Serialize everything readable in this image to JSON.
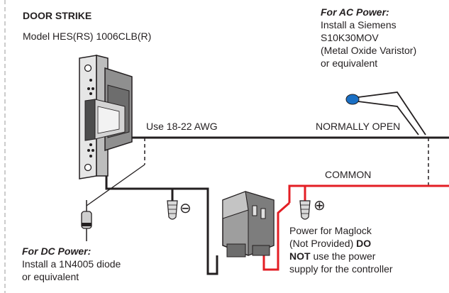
{
  "strike": {
    "title": "DOOR STRIKE",
    "model": "Model HES(RS) 1006CLB(R)"
  },
  "ac_note": {
    "heading": "For AC Power:",
    "lines": [
      "Install a Siemens",
      "S10K30MOV",
      "(Metal Oxide Varistor)",
      "or equivalent"
    ]
  },
  "dc_note": {
    "heading": "For DC Power:",
    "lines": [
      "Install a 1N4005 diode",
      "or equivalent"
    ]
  },
  "wire_labels": {
    "gauge": "Use 18-22 AWG",
    "normally_open": "NORMALLY OPEN",
    "common": "COMMON"
  },
  "polarity": {
    "negative": "⊖",
    "positive": "⊕"
  },
  "maglock_note": {
    "line1": "Power for Maglock",
    "line2_pre": "(Not Provided) ",
    "line2_bold": "DO",
    "line3_bold": "NOT",
    "line3_post": " use the power",
    "line4": "supply for the controller"
  },
  "colors": {
    "wire_black": "#231f20",
    "wire_red": "#e31e24",
    "mov_blue": "#1a6fc4"
  }
}
